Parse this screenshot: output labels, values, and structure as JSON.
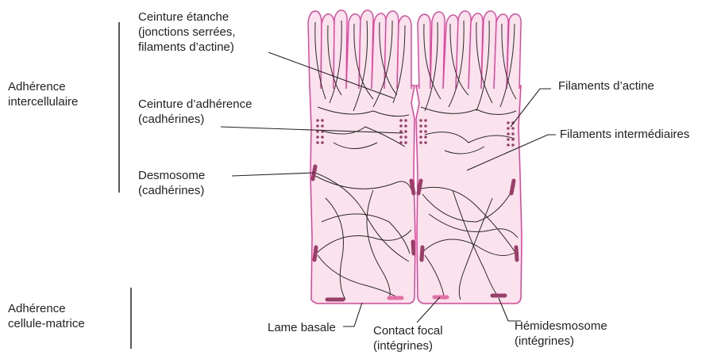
{
  "groups": {
    "intercellular": {
      "line1": "Adhérence",
      "line2": "intercellulaire"
    },
    "cell_matrix": {
      "line1": "Adhérence",
      "line2": "cellule-matrice"
    }
  },
  "labels": {
    "tight_junction": {
      "line1": "Ceinture étanche",
      "line2": "(jonctions serrées,",
      "line3": "filaments d’actine)"
    },
    "adherens": {
      "line1": "Ceinture d’adhérence",
      "line2": "(cadhérines)"
    },
    "desmosome": {
      "line1": "Desmosome",
      "line2": "(cadhérines)"
    },
    "actin": {
      "line1": "Filaments d’actine"
    },
    "intermediate": {
      "line1": "Filaments intermédiaires"
    },
    "basal_lamina": {
      "line1": "Lame basale"
    },
    "focal_contact": {
      "line1": "Contact focal",
      "line2": "(intégrines)"
    },
    "hemidesmosome": {
      "line1": "Hémidesmosome",
      "line2": "(intégrines)"
    }
  },
  "colors": {
    "cell_fill": "#fbe3ee",
    "cell_outline": "#e0409a",
    "junction": "#9b3f6a",
    "focal": "#e86fa5",
    "filament": "#2a2a2a",
    "leader": "#222222"
  }
}
